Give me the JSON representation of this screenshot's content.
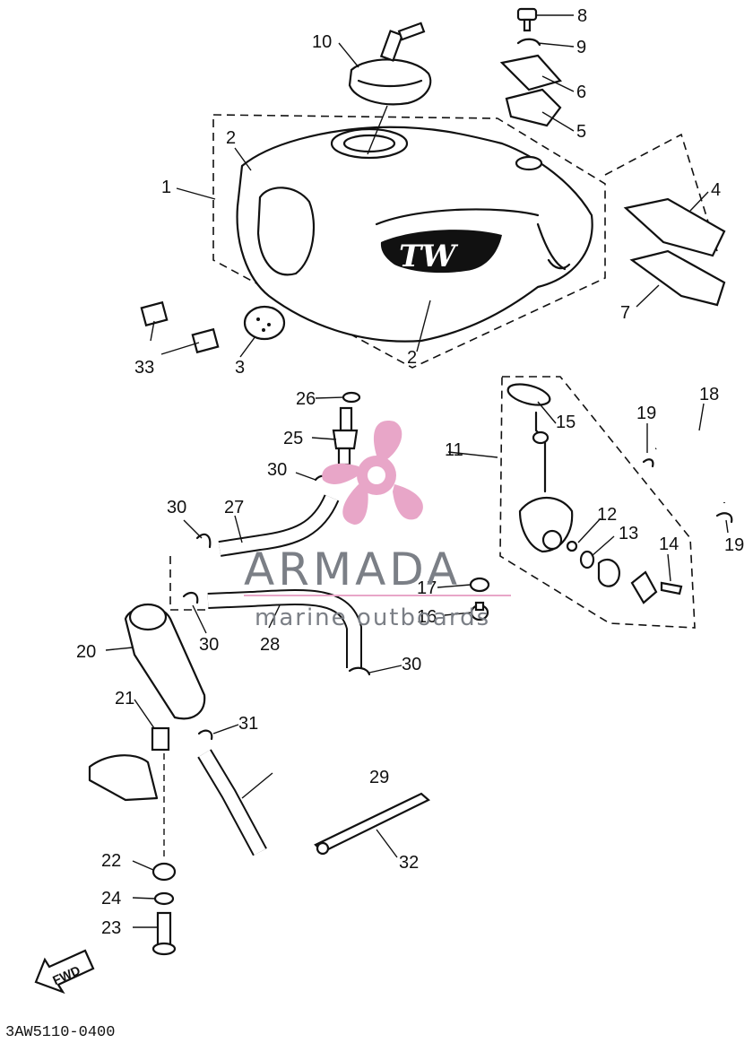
{
  "diagram": {
    "code": "3AW5110-0400",
    "direction_label": "FWD",
    "tank_emblem": "TW",
    "callouts": [
      "1",
      "2",
      "2",
      "3",
      "4",
      "5",
      "6",
      "7",
      "8",
      "9",
      "10",
      "11",
      "12",
      "13",
      "14",
      "15",
      "16",
      "17",
      "18",
      "19",
      "19",
      "20",
      "21",
      "22",
      "23",
      "24",
      "25",
      "26",
      "27",
      "28",
      "29",
      "30",
      "30",
      "30",
      "30",
      "31",
      "32",
      "33"
    ]
  },
  "watermark": {
    "brand": "ARMADA",
    "tagline": "marine outboards",
    "colors": {
      "logo": "#e8a6c8",
      "text": "#7b7f86",
      "rule": "#e8a6c8"
    }
  }
}
